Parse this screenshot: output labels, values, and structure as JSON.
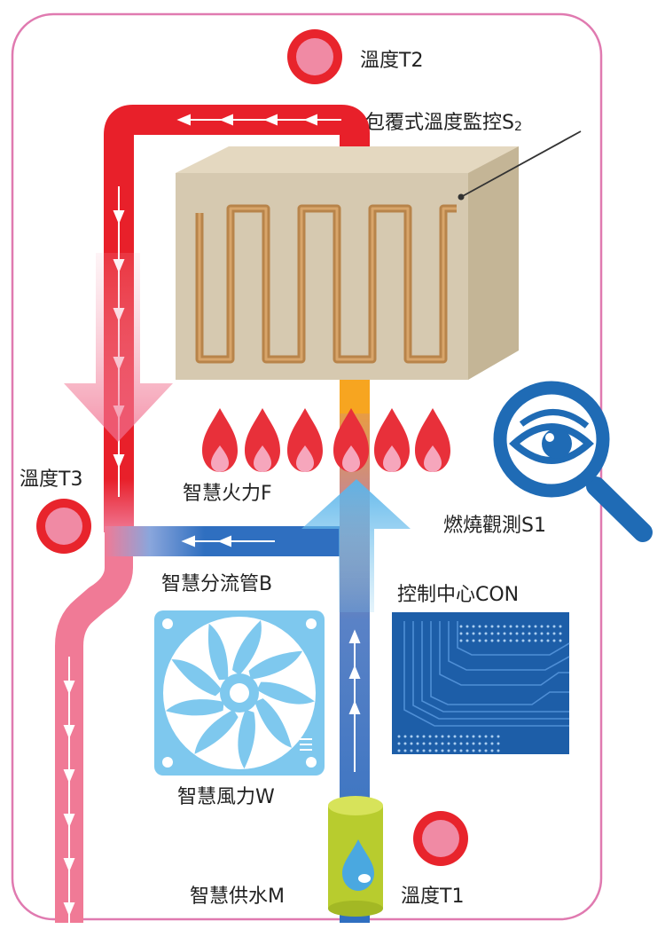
{
  "labels": {
    "t2": "溫度T2",
    "s2": "包覆式溫度監控S",
    "s2_sub": "2",
    "t3": "溫度T3",
    "fire": "智慧火力F",
    "s1": "燃燒觀測S1",
    "bypass": "智慧分流管B",
    "con": "控制中心CON",
    "fan": "智慧風力W",
    "supply": "智慧供水M",
    "t1": "溫度T1"
  },
  "colors": {
    "border": "#e07ab0",
    "hot_pipe": "#e8202a",
    "warm_pipe": "#f07a96",
    "cold_pipe": "#2f6fc0",
    "light_blue": "#7ec8ee",
    "flame": "#e8303a",
    "flame_inner": "#f6a6bc",
    "sensor_ring": "#e8242c",
    "sensor_fill": "#f08aa4",
    "box_front": "#d6c9b0",
    "box_top": "#e4d8c0",
    "box_side": "#c4b596",
    "coil": "#b8844a",
    "board": "#1d5ea8",
    "magnifier": "#1f6bb5",
    "tank": "#b8cc2e",
    "orange": "#f7a520"
  }
}
